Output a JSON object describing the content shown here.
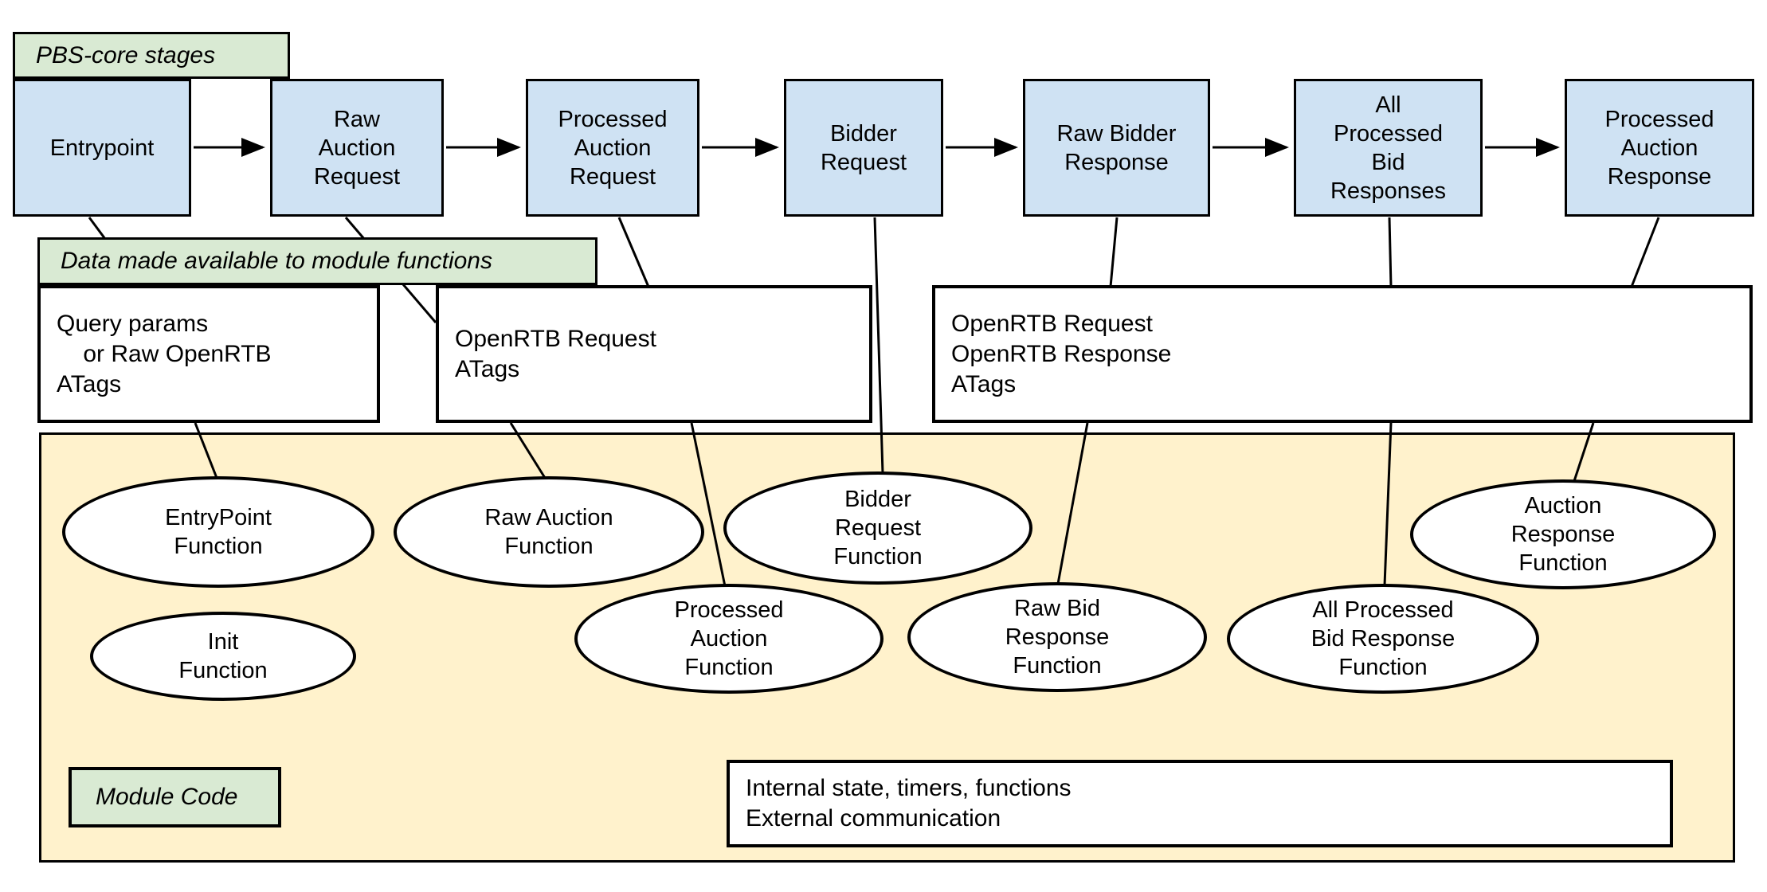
{
  "labels": {
    "pbs_core": "PBS-core stages",
    "data_available": "Data made available to module functions",
    "module_code": "Module Code"
  },
  "stages": [
    {
      "label": "Entrypoint"
    },
    {
      "label": "Raw\nAuction\nRequest"
    },
    {
      "label": "Processed\nAuction\nRequest"
    },
    {
      "label": "Bidder\nRequest"
    },
    {
      "label": "Raw Bidder\nResponse"
    },
    {
      "label": "All\nProcessed\nBid\nResponses"
    },
    {
      "label": "Processed\nAuction\nResponse"
    }
  ],
  "data_boxes": [
    {
      "text": "Query params\n    or Raw OpenRTB\nATags"
    },
    {
      "text": "OpenRTB Request\nATags"
    },
    {
      "text": "OpenRTB Request\nOpenRTB Response\nATags"
    }
  ],
  "module_functions": [
    {
      "label": "EntryPoint\nFunction"
    },
    {
      "label": "Raw Auction\nFunction"
    },
    {
      "label": "Bidder\nRequest\nFunction"
    },
    {
      "label": "Auction\nResponse\nFunction"
    },
    {
      "label": "Init\nFunction"
    },
    {
      "label": "Processed\nAuction\nFunction"
    },
    {
      "label": "Raw Bid\nResponse\nFunction"
    },
    {
      "label": "All Processed\nBid Response\nFunction"
    }
  ],
  "internal_box": {
    "text": "Internal state, timers, functions\nExternal communication"
  },
  "colors": {
    "stage_fill": "#cfe2f3",
    "label_fill": "#d9ead3",
    "module_area_fill": "#fff2cc",
    "outline": "#000000"
  }
}
